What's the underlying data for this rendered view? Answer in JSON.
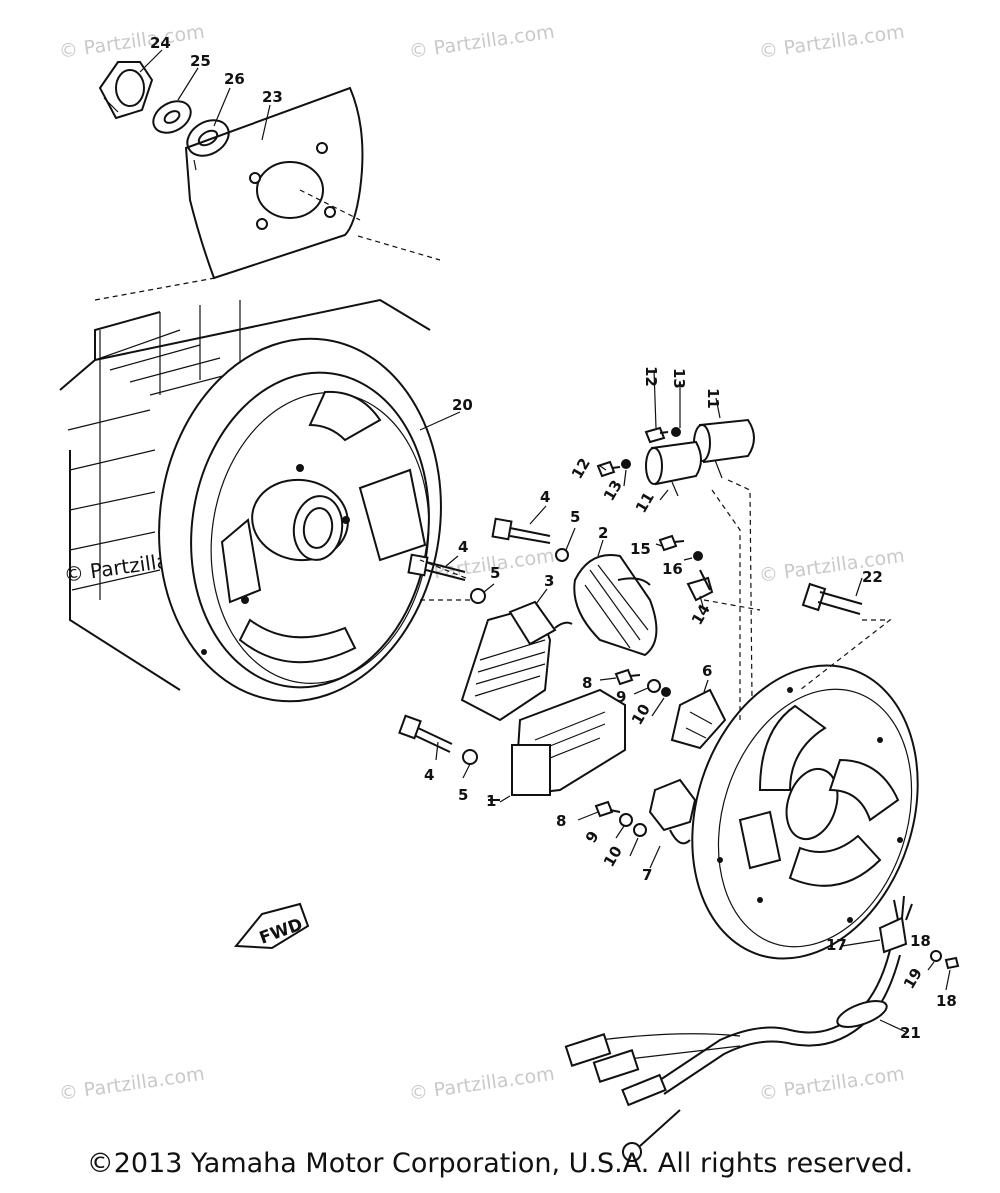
{
  "watermark": "© Partzilla.com",
  "copyright": "©2013 Yamaha Motor Corporation, U.S.A. All rights reserved.",
  "fwd_label": "FWD",
  "callouts": [
    "24",
    "25",
    "26",
    "23",
    "20",
    "12",
    "13",
    "11",
    "12",
    "13",
    "11",
    "4",
    "5",
    "2",
    "4",
    "5",
    "3",
    "15",
    "16",
    "14",
    "22",
    "8",
    "9",
    "10",
    "6",
    "4",
    "5",
    "1",
    "8",
    "9",
    "10",
    "7",
    "17",
    "18",
    "19",
    "18",
    "21"
  ]
}
